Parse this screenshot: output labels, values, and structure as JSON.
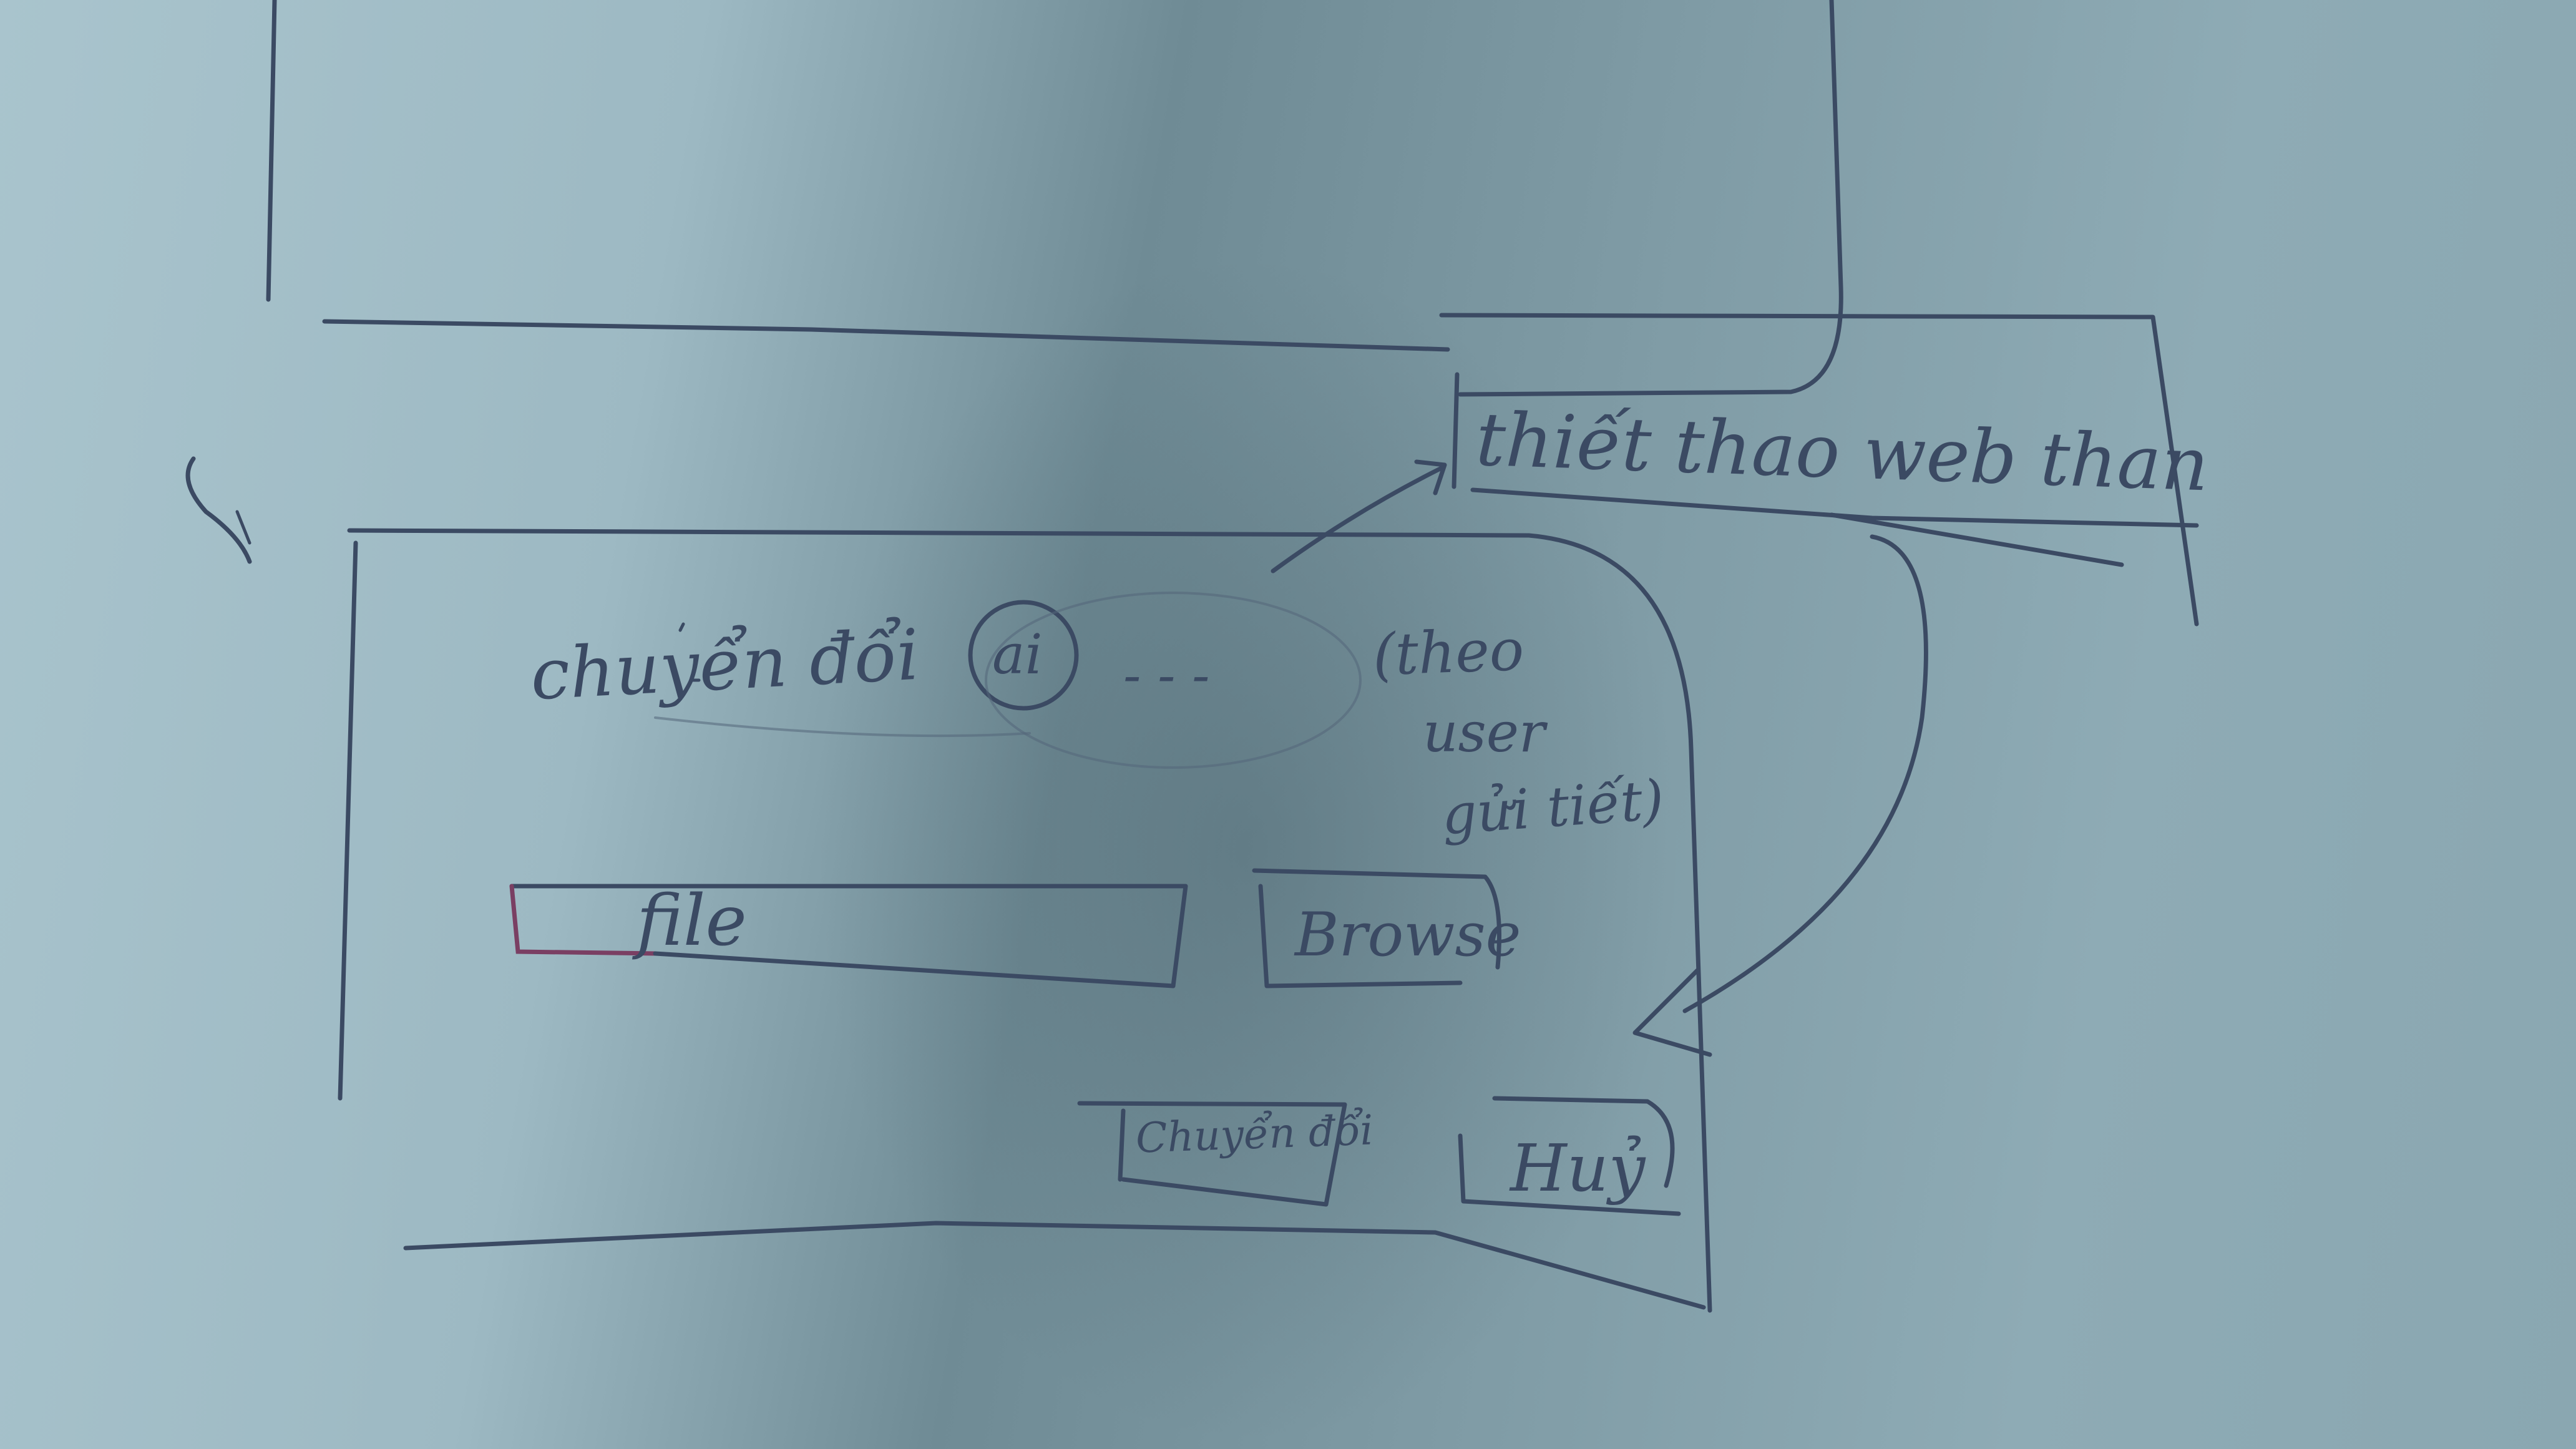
{
  "page_link_label": "thiết thao web than",
  "dialog": {
    "title": "chuyển đổi",
    "format_option": "ai",
    "format_more": "- - -",
    "note": [
      "(theo",
      "user",
      "gửi tiết)"
    ],
    "file_field_placeholder": "file",
    "browse_label": "Browse",
    "convert_label": "Chuyển đổi",
    "cancel_label": "Huỷ"
  },
  "colors": {
    "paper": "#9db9c3",
    "ink": "#3b4a63",
    "pink_ink": "#7a3f63"
  }
}
